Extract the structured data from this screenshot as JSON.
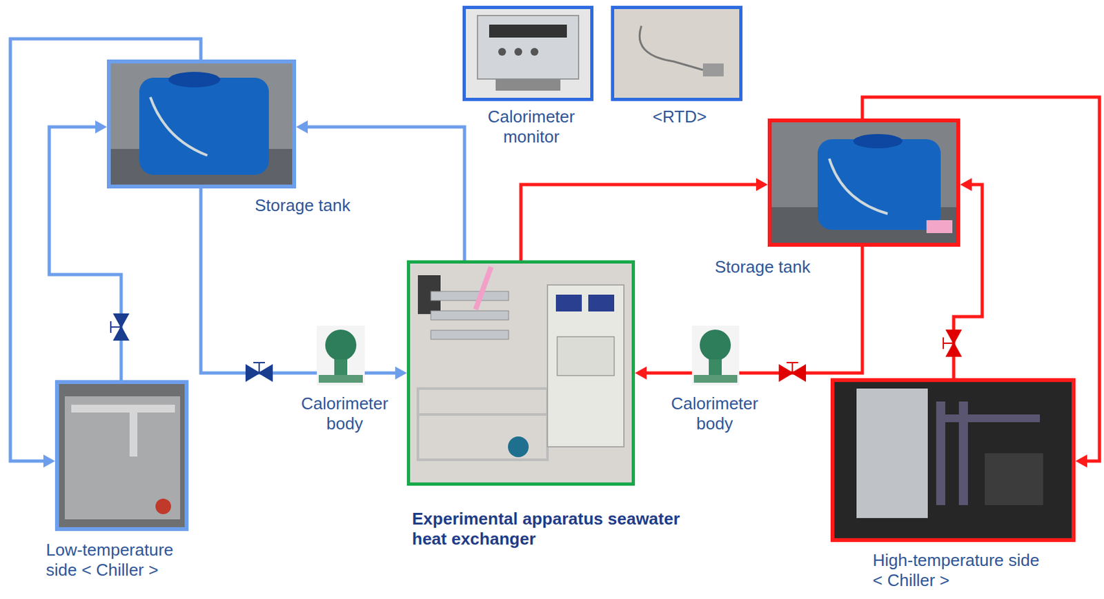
{
  "diagram": {
    "nodes": [
      {
        "text": [
          "Storage tank"
        ]
      },
      {
        "text": [
          "Calorimeter monitor"
        ]
      },
      {
        "text": [
          "<RTD>"
        ]
      },
      {
        "text": [
          "Storage tank"
        ]
      },
      {
        "text": [
          "Calorimeter body"
        ]
      },
      {
        "text": [
          "Experimental apparatus seawater heat exchanger"
        ]
      },
      {
        "text": [
          "Calorimeter body"
        ]
      },
      {
        "text": [
          "Low-temperature side < Chiller >"
        ]
      },
      {
        "text": [
          "High-temperature side < Chiller >"
        ]
      }
    ],
    "edges": [
      {
        "from": 0,
        "to": 4,
        "arrow": "none"
      },
      {
        "from": 4,
        "to": 5,
        "arrow": "to"
      },
      {
        "from": 5,
        "to": 0,
        "arrow": "to"
      },
      {
        "from": 0,
        "to": 7,
        "arrow": "to"
      },
      {
        "from": 7,
        "to": 0,
        "arrow": "to"
      },
      {
        "from": 5,
        "to": 3,
        "arrow": "to"
      },
      {
        "from": 3,
        "to": 6,
        "arrow": "none"
      },
      {
        "from": 6,
        "to": 5,
        "arrow": "to"
      },
      {
        "from": 3,
        "to": 8,
        "arrow": "to"
      },
      {
        "from": 8,
        "to": 3,
        "arrow": "to"
      }
    ]
  }
}
